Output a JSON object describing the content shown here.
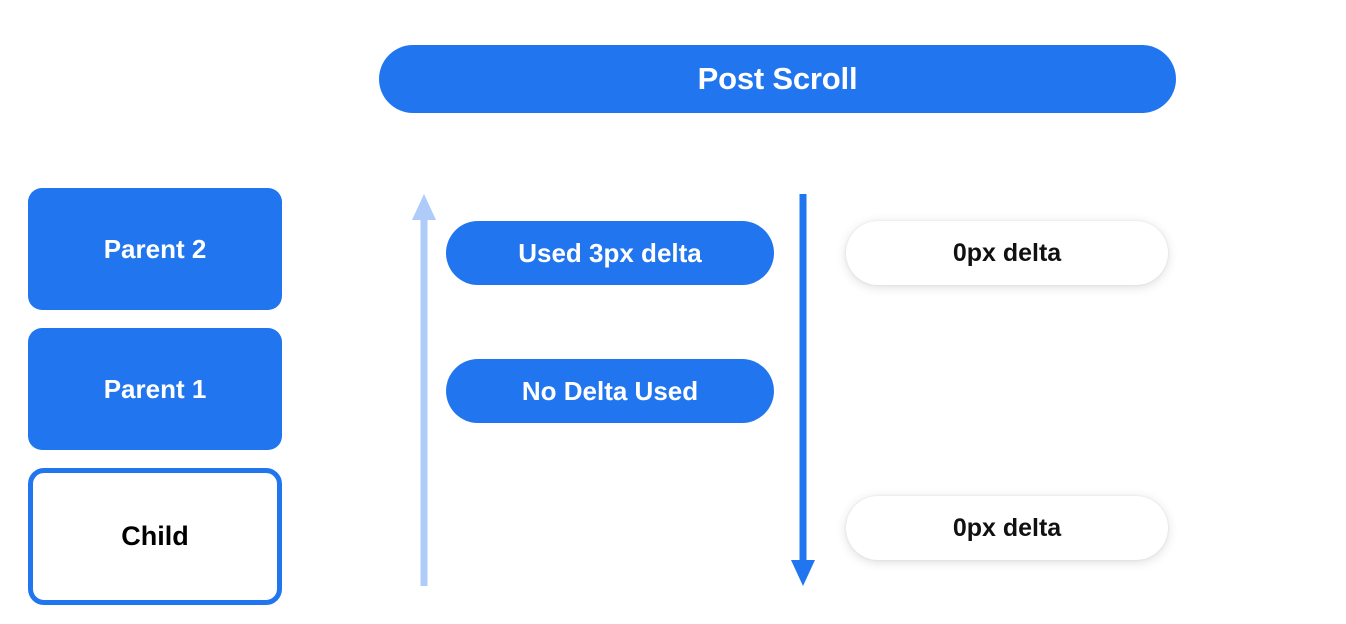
{
  "banner": {
    "title": "Post Scroll"
  },
  "colors": {
    "blue": "#2176EF",
    "light_blue": "#AECBFA",
    "white": "#FFFFFF",
    "text_dark": "#111111",
    "background": "#FFFFFF"
  },
  "stack": {
    "nodes": [
      {
        "label": "Parent 2",
        "style": "filled"
      },
      {
        "label": "Parent 1",
        "style": "filled"
      },
      {
        "label": "Child",
        "style": "outline"
      }
    ]
  },
  "arrows": [
    {
      "name": "scroll-up-arrow",
      "direction": "up",
      "color": "#AECBFA"
    },
    {
      "name": "scroll-down-arrow",
      "direction": "down",
      "color": "#2176EF"
    }
  ],
  "middle_column": {
    "pills": [
      {
        "label": "Used 3px delta"
      },
      {
        "label": "No Delta Used"
      }
    ]
  },
  "right_column": {
    "pills": [
      {
        "label": "0px delta"
      },
      {
        "label": "0px delta"
      }
    ]
  }
}
